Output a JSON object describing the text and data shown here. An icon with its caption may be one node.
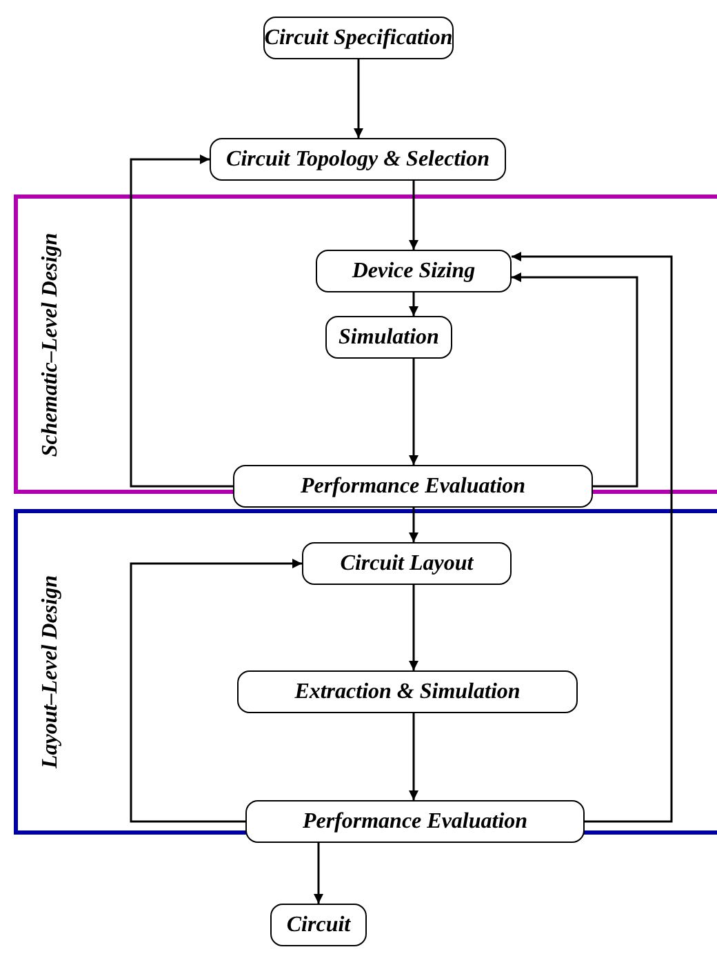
{
  "diagram": {
    "nodes": [
      {
        "text": [
          "Circuit Specification"
        ]
      },
      {
        "text": [
          "Circuit Topology & Selection"
        ]
      },
      {
        "text": [
          "Schematic–Level Design"
        ]
      },
      {
        "text": [
          "Device Sizing"
        ],
        "in": 2
      },
      {
        "text": [
          "Simulation"
        ],
        "in": 2
      },
      {
        "text": [
          "Performance Evaluation"
        ]
      },
      {
        "text": [
          "Layout–Level Design"
        ]
      },
      {
        "text": [
          "Circuit Layout"
        ],
        "in": 6
      },
      {
        "text": [
          "Extraction & Simulation"
        ],
        "in": 6
      },
      {
        "text": [
          "Performance Evaluation"
        ]
      },
      {
        "text": [
          "Circuit"
        ]
      }
    ],
    "edges": [
      {
        "from": 0,
        "to": 1,
        "arrow": "to"
      },
      {
        "from": 1,
        "to": 3,
        "arrow": "to"
      },
      {
        "from": 3,
        "to": 4,
        "arrow": "to"
      },
      {
        "from": 4,
        "to": 5,
        "arrow": "to"
      },
      {
        "from": 5,
        "to": 1,
        "arrow": "to"
      },
      {
        "from": 5,
        "to": 3,
        "arrow": "to"
      },
      {
        "from": 5,
        "to": 7,
        "arrow": "to"
      },
      {
        "from": 7,
        "to": 8,
        "arrow": "to"
      },
      {
        "from": 8,
        "to": 9,
        "arrow": "to"
      },
      {
        "from": 9,
        "to": 7,
        "arrow": "to"
      },
      {
        "from": 9,
        "to": 3,
        "arrow": "to"
      },
      {
        "from": 9,
        "to": 10,
        "arrow": "to"
      }
    ]
  }
}
